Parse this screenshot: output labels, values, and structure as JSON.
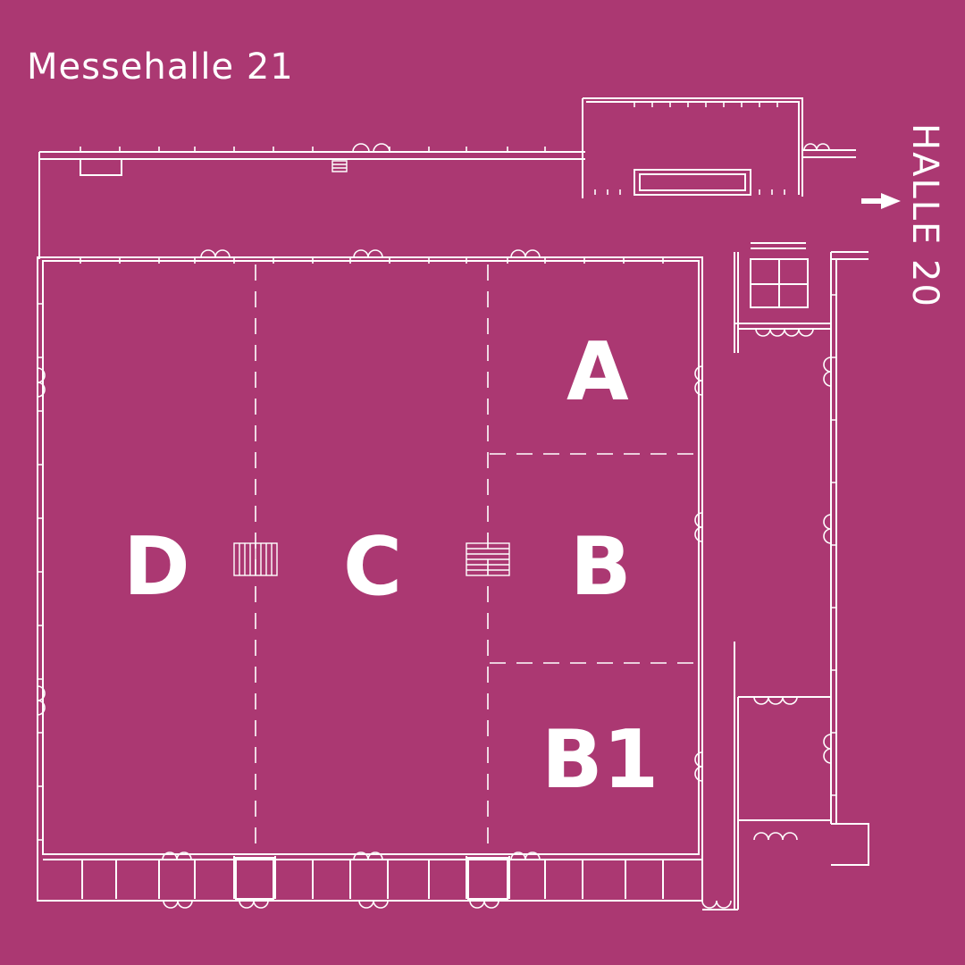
{
  "title": "Messehalle 21",
  "zones": {
    "a": "A",
    "b": "B",
    "b1": "B1",
    "c": "C",
    "d": "D"
  },
  "neighbor_hall": "HALLE 20",
  "colors": {
    "background": "#ab3872",
    "lines": "#ffffff"
  },
  "icons": [
    "arrow-right-icon",
    "door-icon",
    "staircase-icon"
  ]
}
